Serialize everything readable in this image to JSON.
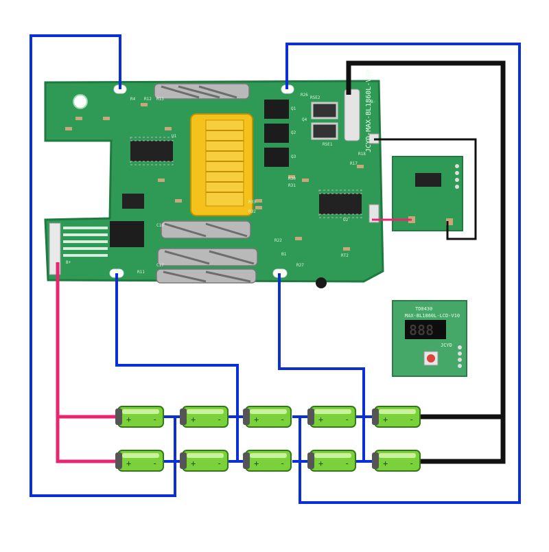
{
  "colors": {
    "background": "#ffffff",
    "pcb_green": "#2f9a55",
    "pcb_edge": "#1f7a40",
    "pcb_light": "#62c07e",
    "wire_blue": "#0a2ed8",
    "wire_black": "#111111",
    "wire_pink": "#e8256f",
    "connector_yellow": "#f5c21b",
    "cell_green": "#7bd13a",
    "cell_dark": "#2f7a16",
    "metal": "#b9b9b9"
  },
  "main_board": {
    "model_label": "JCYD-MAX-BL1860L-V10",
    "component_labels": [
      "R4",
      "R12",
      "R13",
      "RSE2",
      "R26",
      "R18",
      "Q1",
      "Q2",
      "Q3",
      "Q4",
      "RSE1",
      "R17",
      "R30",
      "R31",
      "R33",
      "R32",
      "U1",
      "U2",
      "C16",
      "C17",
      "R22",
      "R27",
      "RT2",
      "B1",
      "B-",
      "B+",
      "R11"
    ]
  },
  "lcd_board": {
    "model_label": "MAX-BL1860L-LCD-V10",
    "code_label": "TD0430",
    "brand_label": "JCYD",
    "display_digits": "888"
  },
  "cells": {
    "rows": 2,
    "per_row": 5,
    "plus_sign": "+",
    "minus_sign": "-"
  }
}
